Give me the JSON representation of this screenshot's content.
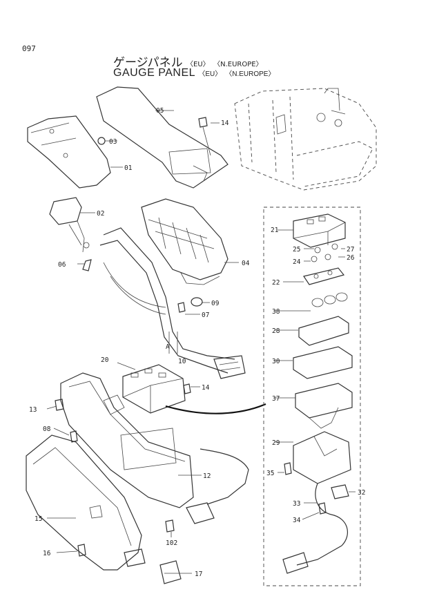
{
  "page_number": "097",
  "title": {
    "jp": "ゲージパネル",
    "en": "GAUGE PANEL",
    "tag_eu": "〈EU〉",
    "tag_region": "〈N.EUROPE〉"
  },
  "callouts": [
    "05",
    "14",
    "03",
    "01",
    "02",
    "06",
    "04",
    "09",
    "07",
    "A",
    "10",
    "20",
    "14",
    "13",
    "08",
    "12",
    "15",
    "102",
    "16",
    "17",
    "21",
    "25",
    "27",
    "24",
    "26",
    "22",
    "38",
    "28",
    "30",
    "37",
    "29",
    "35",
    "32",
    "33",
    "34"
  ]
}
